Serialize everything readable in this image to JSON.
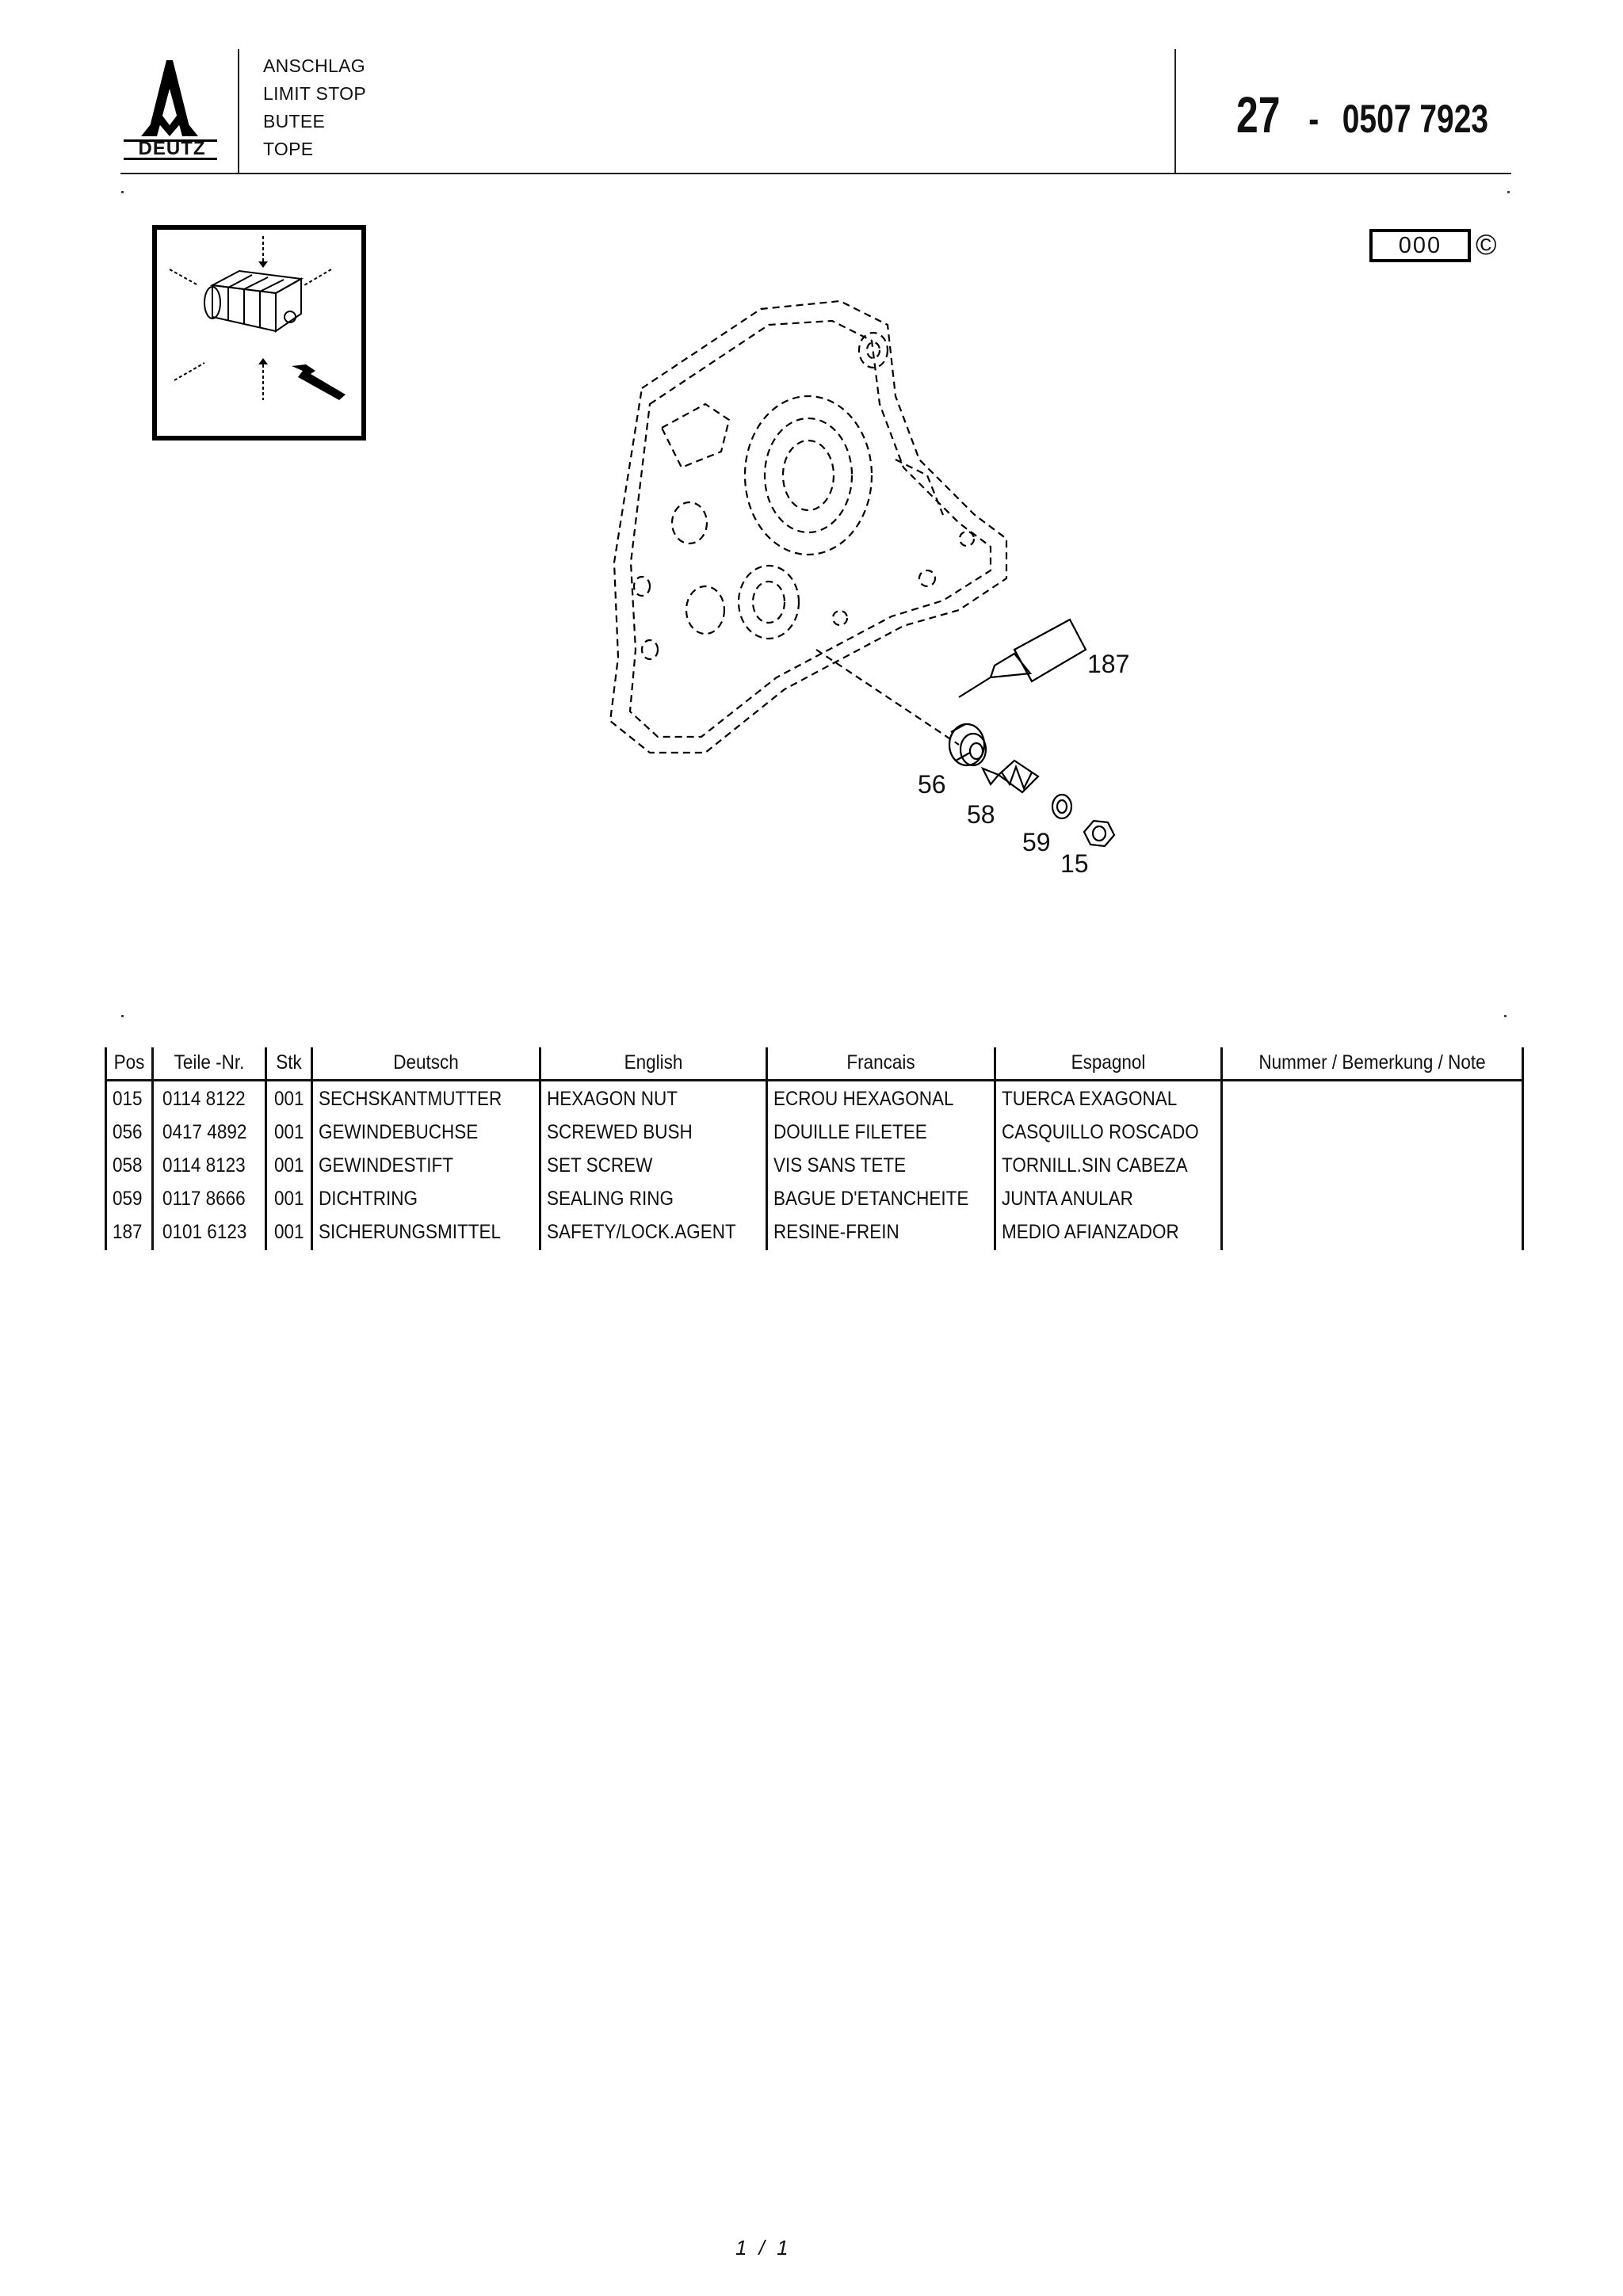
{
  "header": {
    "brand": "DEUTZ",
    "titles": [
      "ANSCHLAG",
      "LIMIT STOP",
      "BUTEE",
      "TOPE"
    ],
    "group_number": "27",
    "separator": "-",
    "part_number": "0507 7923"
  },
  "figure": {
    "group_code": "000",
    "copyright_symbol": "©",
    "callouts": [
      "187",
      "56",
      "58",
      "59",
      "15"
    ]
  },
  "table": {
    "headers": [
      "Pos",
      "Teile  -Nr.",
      "Stk",
      "Deutsch",
      "English",
      "Francais",
      "Espagnol",
      "Nummer / Bemerkung / Note"
    ],
    "rows": [
      [
        "015",
        "0114  8122",
        "001",
        "SECHSKANTMUTTER",
        "HEXAGON NUT",
        "ECROU HEXAGONAL",
        "TUERCA EXAGONAL",
        ""
      ],
      [
        "056",
        "0417  4892",
        "001",
        "GEWINDEBUCHSE",
        "SCREWED BUSH",
        "DOUILLE FILETEE",
        "CASQUILLO ROSCADO",
        ""
      ],
      [
        "058",
        "0114  8123",
        "001",
        "GEWINDESTIFT",
        "SET SCREW",
        "VIS SANS TETE",
        "TORNILL.SIN CABEZA",
        ""
      ],
      [
        "059",
        "0117  8666",
        "001",
        "DICHTRING",
        "SEALING RING",
        "BAGUE D'ETANCHEITE",
        "JUNTA ANULAR",
        ""
      ],
      [
        "187",
        "0101  6123",
        "001",
        "SICHERUNGSMITTEL",
        "SAFETY/LOCK.AGENT",
        "RESINE-FREIN",
        "MEDIO AFIANZADOR",
        ""
      ]
    ]
  },
  "footer": {
    "page": "1 / 1"
  }
}
